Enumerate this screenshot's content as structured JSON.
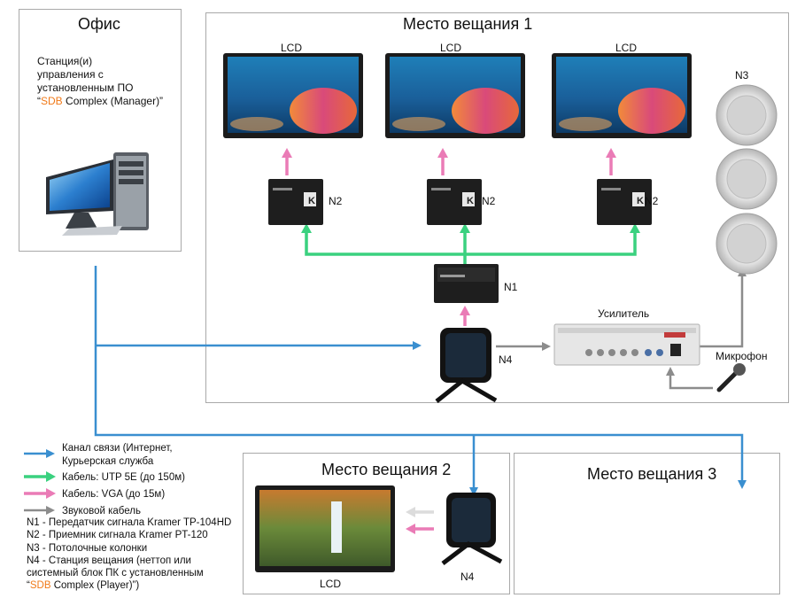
{
  "office": {
    "title": "Офис",
    "desc_line1": "Станция(и)",
    "desc_line2": "управления с",
    "desc_line3": "установленным ПО",
    "desc_line4_prefix": "“",
    "desc_line4_brand": "SDB",
    "desc_line4_rest": " Complex (Manager)”"
  },
  "site1": {
    "title": "Место вещания 1",
    "lcd_labels": [
      "LCD",
      "LCD",
      "LCD"
    ],
    "n2_labels": [
      "N2",
      "N2",
      "N2"
    ],
    "n1_label": "N1",
    "n3_label": "N3",
    "n4_label": "N4",
    "amp_label": "Усилитель",
    "mic_label": "Микрофон"
  },
  "site2": {
    "title": "Место вещания 2",
    "lcd_label": "LCD",
    "n4_label": "N4"
  },
  "site3": {
    "title": "Место вещания 3"
  },
  "legend": {
    "items": [
      {
        "line1": "Канал связи (Интернет,",
        "line2": "Курьерская служба",
        "color": "#3a8fd0"
      },
      {
        "line1": "Кабель: UTP 5E (до 150м)",
        "color": "#3ad17f"
      },
      {
        "line1": "Кабель: VGA (до 15м)",
        "color": "#ea7bb6"
      },
      {
        "line1": "Звуковой кабель",
        "color": "#8c8c8c"
      }
    ],
    "notes": [
      "N1 - Передатчик сигнала Kramer TP-104HD",
      "N2 - Приемник сигнала Kramer PT-120",
      "N3 - Потолочные колонки",
      "N4 - Станция вещания (неттоп или",
      "системный блок ПК с установленным"
    ],
    "last_prefix": "“",
    "last_brand": "SDB",
    "last_rest": " Complex (Player)”)"
  },
  "colors": {
    "blue": "#3a8fd0",
    "green": "#3ad17f",
    "pink": "#ea7bb6",
    "gray": "#8c8c8c",
    "orange": "#f07a1a"
  }
}
